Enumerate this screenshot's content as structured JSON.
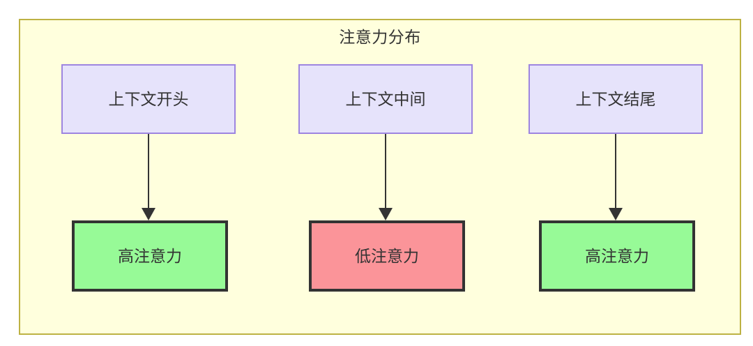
{
  "diagram": {
    "container": {
      "title": "注意力分布",
      "fill_color": "#ffffdd",
      "border_color": "#bdb243"
    },
    "top_nodes": [
      {
        "label": "上下文开头",
        "fill_color": "#e6e3fb",
        "border_color": "#9d85e0"
      },
      {
        "label": "上下文中间",
        "fill_color": "#e6e3fb",
        "border_color": "#9d85e0"
      },
      {
        "label": "上下文结尾",
        "fill_color": "#e6e3fb",
        "border_color": "#9d85e0"
      }
    ],
    "bottom_nodes": [
      {
        "label": "高注意力",
        "fill_color": "#97fa97",
        "border_color": "#333333"
      },
      {
        "label": "低注意力",
        "fill_color": "#fb9499",
        "border_color": "#333333"
      },
      {
        "label": "高注意力",
        "fill_color": "#97fa97",
        "border_color": "#333333"
      }
    ],
    "edges": [
      {
        "from": "上下文开头",
        "to": "高注意力",
        "label": ""
      },
      {
        "from": "上下文中间",
        "to": "低注意力",
        "label": ""
      },
      {
        "from": "上下文结尾",
        "to": "高注意力",
        "label": ""
      }
    ]
  }
}
